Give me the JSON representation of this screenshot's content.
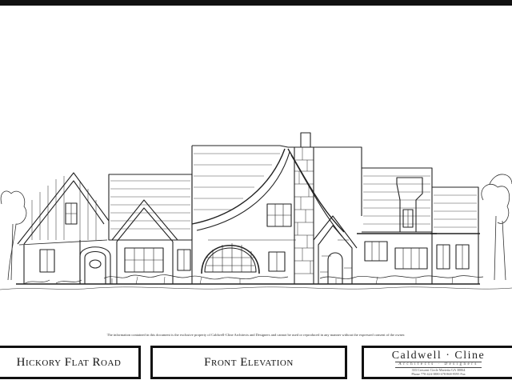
{
  "drawing": {
    "disclaimer": "The information contained in this document is the exclusive property of Caldwell-Cline Architects and Designers and cannot be used or reproduced in any manner without the expressed consent of the owner."
  },
  "title_block": {
    "project": "Hickory Flat Road",
    "sheet": "Front Elevation",
    "firm": {
      "name": "Caldwell · Cline",
      "subtitle": "Architects · Designers",
      "address": "333 Crescent Circle  Marietta GA 30064",
      "phone": "Phone 770-424-3880          678-868-9595 Fax"
    }
  }
}
